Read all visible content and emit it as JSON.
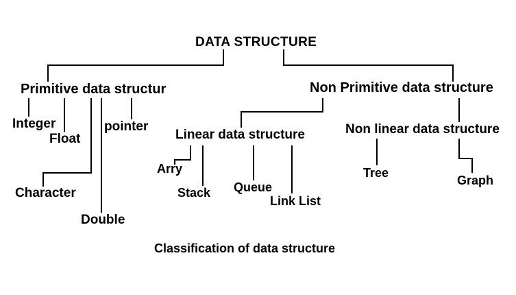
{
  "diagram": {
    "caption": "Classification of data structure",
    "root": {
      "label": "DATA STRUCTURE"
    },
    "branches": {
      "primitive": {
        "label": "Primitive data structur",
        "children": [
          {
            "label": "Integer"
          },
          {
            "label": "Float"
          },
          {
            "label": "Character"
          },
          {
            "label": "Double"
          },
          {
            "label": "pointer"
          }
        ]
      },
      "non_primitive": {
        "label": "Non Primitive data structure",
        "children": {
          "linear": {
            "label": "Linear data structure",
            "children": [
              {
                "label": "Arry"
              },
              {
                "label": "Stack"
              },
              {
                "label": "Queue"
              },
              {
                "label": "Link List"
              }
            ]
          },
          "non_linear": {
            "label": "Non linear data structure",
            "children": [
              {
                "label": "Tree"
              },
              {
                "label": "Graph"
              }
            ]
          }
        }
      }
    },
    "style": {
      "line_color": "#000000",
      "text_color": "#000000",
      "background": "#ffffff"
    }
  }
}
